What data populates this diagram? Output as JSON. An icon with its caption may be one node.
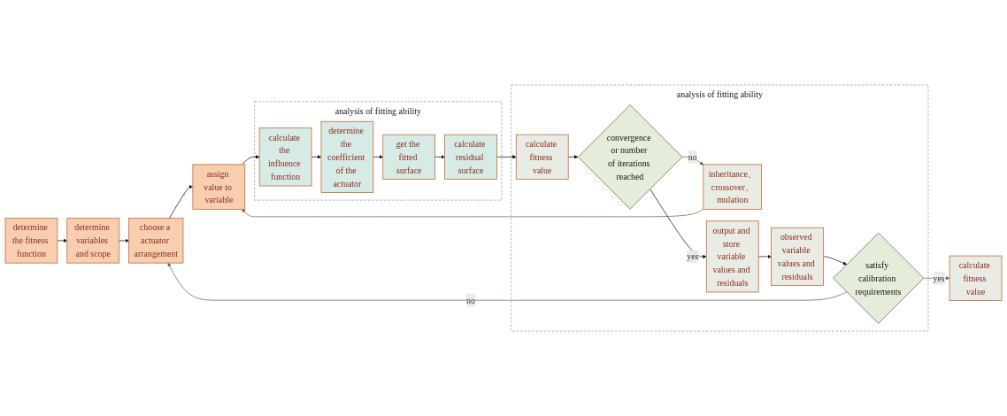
{
  "diagram": {
    "nodes": [
      {
        "text": [
          "determine the fitness function"
        ]
      },
      {
        "text": [
          "determine variables and scope"
        ]
      },
      {
        "text": [
          "choose a actuator arrangement"
        ]
      },
      {
        "text": [
          "assign value to variable"
        ]
      },
      {
        "text": [
          "calculate fitness value"
        ]
      },
      {
        "text": [
          "analysis of fitting ability"
        ]
      },
      {
        "text": [
          "inheritance、crossover、mulation"
        ],
        "in": 5
      },
      {
        "text": [
          "satisfy calibration requirements"
        ],
        "in": 5
      },
      {
        "text": [
          "convergence or number of iterations reached"
        ],
        "in": 5
      },
      {
        "text": [
          "observed variable values and residuals"
        ],
        "in": 5
      },
      {
        "text": [
          "calculate fitness value"
        ],
        "in": 5
      },
      {
        "text": [
          "output and store variable values and residuals"
        ],
        "in": 5
      },
      {
        "text": [
          "analysis of fitting ability"
        ]
      },
      {
        "text": [
          "determine the coefficient of the actuator"
        ],
        "in": 12
      },
      {
        "text": [
          "calculate the influence function"
        ],
        "in": 12
      },
      {
        "text": [
          "get the fitted surface"
        ],
        "in": 12
      },
      {
        "text": [
          "calculate residual surface"
        ],
        "in": 12
      }
    ],
    "edges": [
      {
        "from": 0,
        "to": 1,
        "arrow": "to"
      },
      {
        "from": 1,
        "to": 2,
        "arrow": "to"
      },
      {
        "from": 2,
        "to": 3,
        "arrow": "to"
      },
      {
        "from": 3,
        "to": 14,
        "arrow": "to"
      },
      {
        "from": 14,
        "to": 13,
        "arrow": "to"
      },
      {
        "from": 13,
        "to": 15,
        "arrow": "to"
      },
      {
        "from": 15,
        "to": 16,
        "arrow": "to"
      },
      {
        "from": 16,
        "to": 10,
        "arrow": "to"
      },
      {
        "from": 10,
        "to": 8,
        "arrow": "to"
      },
      {
        "from": 8,
        "to": 6,
        "label": "no",
        "arrow": "to",
        "color": "#5a6e4a"
      },
      {
        "from": 6,
        "to": 3,
        "arrow": "to",
        "color": "#5a6e4a"
      },
      {
        "from": 8,
        "to": 11,
        "label": "yes",
        "arrow": "to"
      },
      {
        "from": 11,
        "to": 9,
        "arrow": "to"
      },
      {
        "from": 9,
        "to": 7,
        "arrow": "to"
      },
      {
        "from": 7,
        "to": 4,
        "label": "yes",
        "arrow": "to",
        "color": "#5a6e4a"
      },
      {
        "from": 7,
        "to": 2,
        "label": "no",
        "arrow": "to",
        "color": "#5a6e4a"
      }
    ]
  }
}
